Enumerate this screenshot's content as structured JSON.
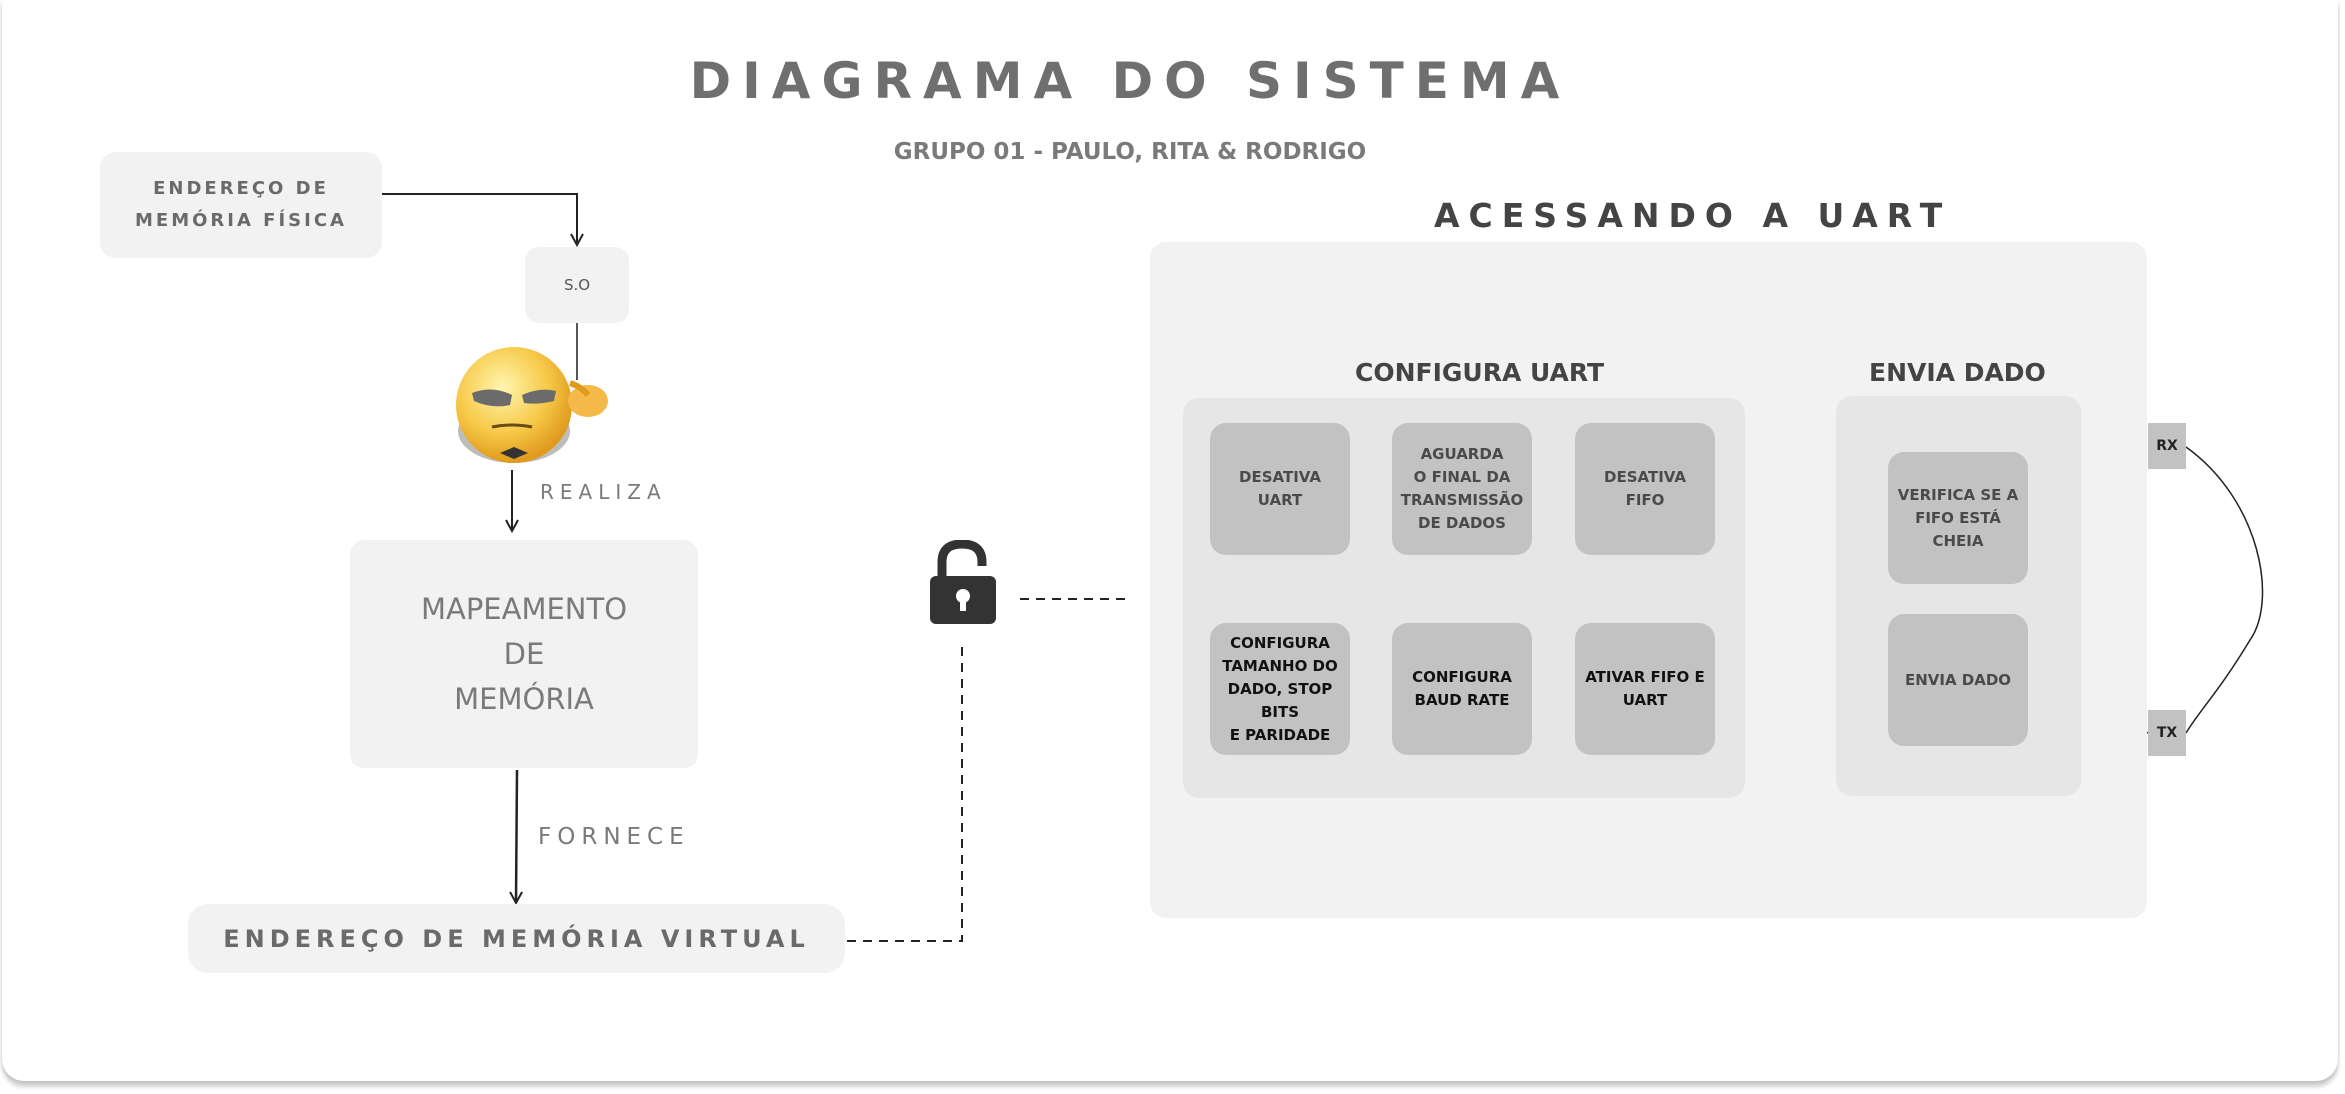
{
  "header": {
    "title": "DIAGRAMA DO SISTEMA",
    "subtitle": "GRUPO 01 - PAULO, RITA & RODRIGO"
  },
  "left_flow": {
    "physical_address": [
      "ENDEREÇO DE",
      "MEMÓRIA FÍSICA"
    ],
    "os_label": "S.O",
    "realiza_label": "REALIZA",
    "mapping": [
      "MAPEAMENTO",
      "DE",
      "MEMÓRIA"
    ],
    "fornece_label": "FORNECE",
    "virtual_address": "ENDEREÇO DE MEMÓRIA VIRTUAL"
  },
  "uart": {
    "title": "ACESSANDO A UART",
    "configure": {
      "title": "CONFIGURA UART",
      "steps_row1": [
        [
          "DESATIVA",
          "UART"
        ],
        [
          "AGUARDA",
          "O FINAL DA",
          "TRANSMISSÃO",
          "DE DADOS"
        ],
        [
          "DESATIVA",
          "FIFO"
        ]
      ],
      "steps_row2": [
        [
          "CONFIGURA",
          "TAMANHO DO",
          "DADO, STOP BITS",
          "E PARIDADE"
        ],
        [
          "CONFIGURA",
          "BAUD RATE"
        ],
        [
          "ATIVAR FIFO E",
          "UART"
        ]
      ]
    },
    "send": {
      "title": "ENVIA DADO",
      "step1": [
        "VERIFICA SE A",
        "FIFO ESTÁ CHEIA"
      ],
      "step2": "ENVIA DADO"
    },
    "pins": {
      "rx": "RX",
      "tx": "TX"
    }
  },
  "icons": [
    "unlock-padlock-icon",
    "sunglasses-emoji-icon"
  ],
  "colors": {
    "title": "#6f6f6f",
    "box": "#f2f2f2",
    "panel": "#e6e6e6",
    "step": "#c2c2c2",
    "padlock": "#333333"
  }
}
